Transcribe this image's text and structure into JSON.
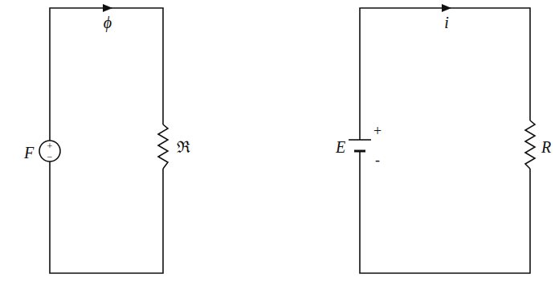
{
  "diagram": {
    "labels": [
      "ϕ",
      "F",
      "+",
      "−",
      "ℜ",
      "i",
      "E",
      "+",
      "-",
      "R"
    ]
  }
}
